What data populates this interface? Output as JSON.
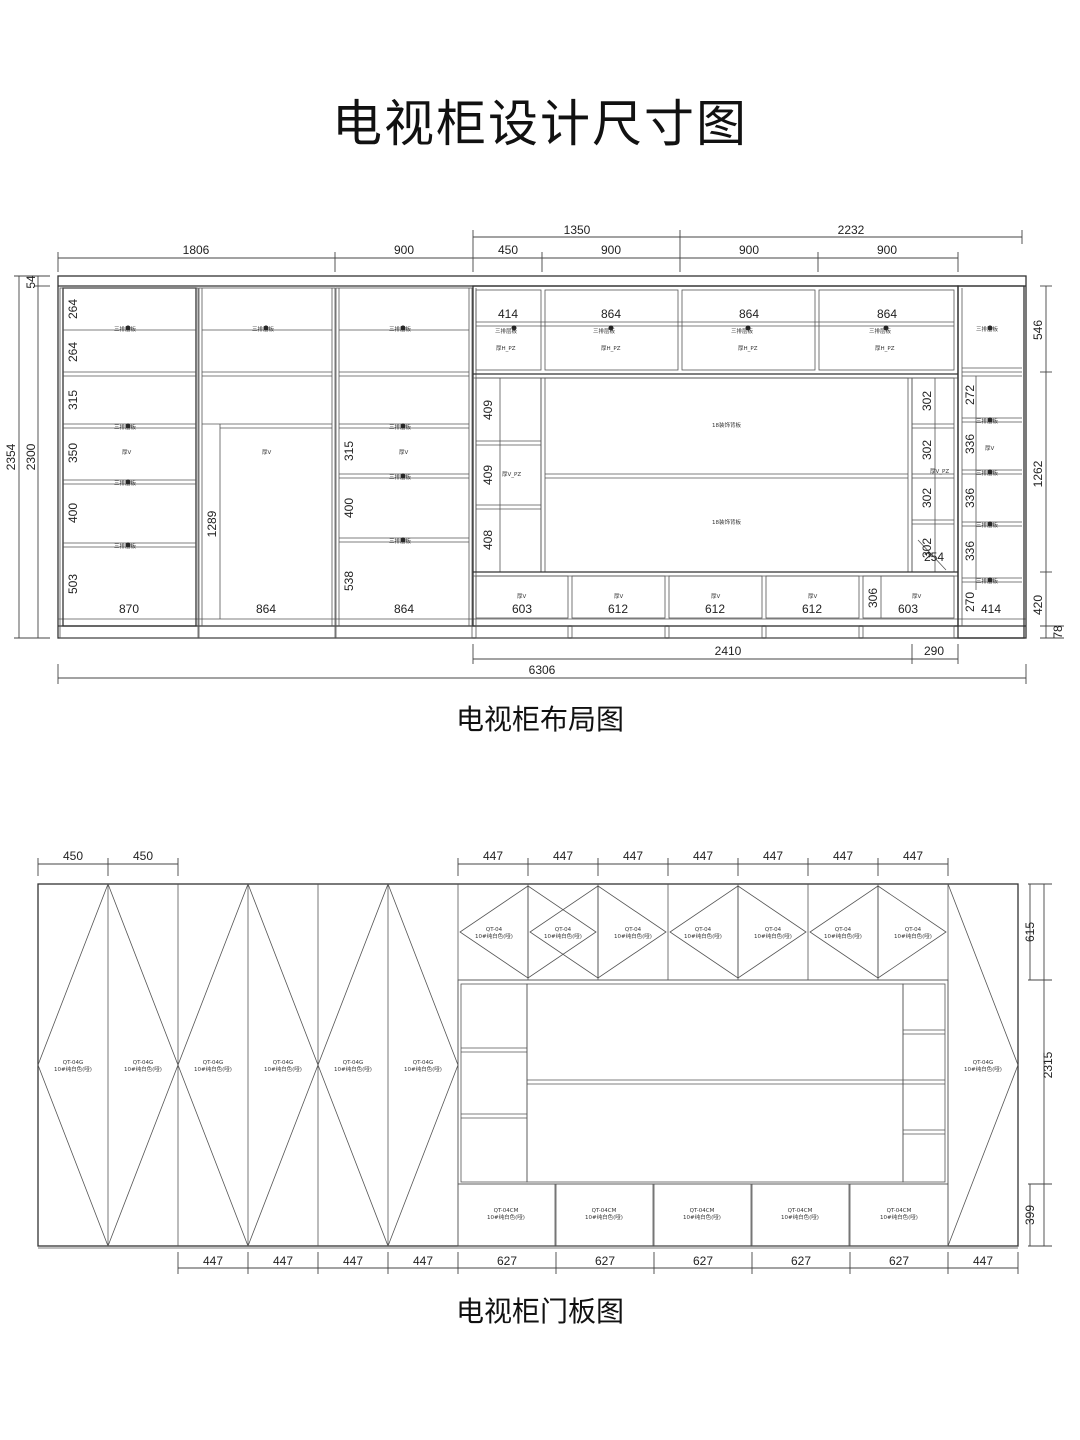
{
  "title": "电视柜设计尺寸图",
  "layout_caption": "电视柜布局图",
  "door_caption": "电视柜门板图",
  "layout": {
    "top_dims_left": [
      "1806",
      "900"
    ],
    "top_dims_right_total": [
      "1350",
      "2232"
    ],
    "top_dims_right": [
      "450",
      "900",
      "900",
      "900"
    ],
    "left_heights": [
      "54",
      "2354",
      "2300"
    ],
    "col1_heights": [
      "264",
      "264",
      "315",
      "350",
      "400",
      "503"
    ],
    "col1_width": "870",
    "col2_height": "1289",
    "col2_width": "864",
    "col3_heights": [
      "315",
      "400",
      "538"
    ],
    "col3_width": "864",
    "top_drawer_widths": [
      "414",
      "864",
      "864",
      "864"
    ],
    "left_niche_heights": [
      "409",
      "409",
      "408"
    ],
    "right_niche_heights": [
      "302",
      "302",
      "302",
      "302"
    ],
    "niche_extra": "254",
    "base_drawer_widths": [
      "603",
      "612",
      "612",
      "612",
      "603"
    ],
    "base_side_height": "306",
    "far_right_heights": [
      "272",
      "336",
      "336",
      "336",
      "270"
    ],
    "far_right_width": "414",
    "right_heights": [
      "546",
      "1262",
      "420",
      "78"
    ],
    "bottom_dims": [
      "2410",
      "290"
    ],
    "total_width": "6306",
    "label_shelf": "三排层板",
    "label_shelf_pz": "三排层板",
    "label_pz": "厚H_PZ",
    "label_v": "厚V",
    "label_v_pz": "厚V_PZ",
    "label_backboard": "18装饰背板",
    "label_vpz2": "厚V_PZ"
  },
  "doors": {
    "top_left_dims": [
      "450",
      "450"
    ],
    "top_right_dims": [
      "447",
      "447",
      "447",
      "447",
      "447",
      "447",
      "447"
    ],
    "right_heights": [
      "615",
      "2315",
      "399"
    ],
    "bottom_dims": [
      "447",
      "447",
      "447",
      "447",
      "627",
      "627",
      "627",
      "627",
      "627",
      "447"
    ],
    "tall_code": "QT-04G",
    "tall_color": "10#纯白色(哑)",
    "upper_code": "QT-04",
    "upper_color": "10#纯白色(哑)",
    "drawer_code": "QT-04CM",
    "drawer_color": "10#纯白色(哑)"
  }
}
